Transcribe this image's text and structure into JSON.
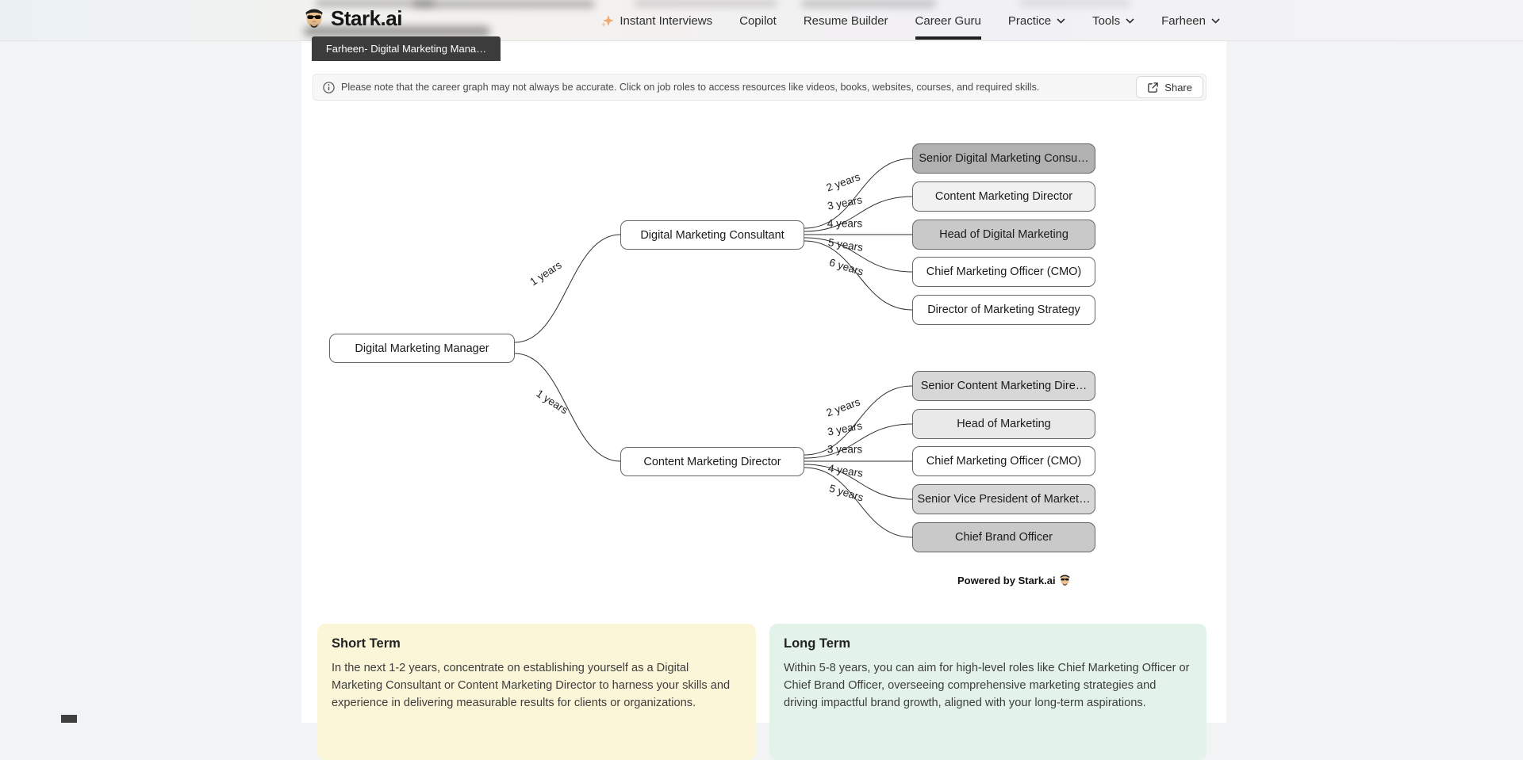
{
  "header": {
    "brand": "Stark.ai",
    "nav_items": [
      {
        "label": "Instant Interviews"
      },
      {
        "label": "Copilot"
      },
      {
        "label": "Resume Builder"
      },
      {
        "label": "Career Guru"
      },
      {
        "label": "Practice"
      },
      {
        "label": "Tools"
      },
      {
        "label": "Farheen"
      }
    ]
  },
  "tab": {
    "label": "Farheen- Digital Marketing Mana…"
  },
  "notice": {
    "text": "Please note that the career graph may not always be accurate. Click on job roles to access resources like videos, books, websites, courses, and required skills.",
    "share_label": "Share"
  },
  "graph": {
    "root": {
      "label": "Digital Marketing Manager",
      "fill": "#ffffff"
    },
    "branches": [
      {
        "label": "Digital Marketing Consultant",
        "fill": "#ffffff",
        "edge_from_root": "1 years",
        "children": [
          {
            "label": "Senior Digital Marketing Consu…",
            "edge": "2 years",
            "fill": "#b1b1b1"
          },
          {
            "label": "Content Marketing Director",
            "edge": "3 years",
            "fill": "#f1f1f1"
          },
          {
            "label": "Head of Digital Marketing",
            "edge": "4 years",
            "fill": "#c9c9c9"
          },
          {
            "label": "Chief Marketing Officer (CMO)",
            "edge": "5 years",
            "fill": "#ffffff"
          },
          {
            "label": "Director of Marketing Strategy",
            "edge": "6 years",
            "fill": "#ffffff"
          }
        ]
      },
      {
        "label": "Content Marketing Director",
        "fill": "#ffffff",
        "edge_from_root": "1 years",
        "children": [
          {
            "label": "Senior Content Marketing Dire…",
            "edge": "2 years",
            "fill": "#d7d7d7"
          },
          {
            "label": "Head of Marketing",
            "edge": "3 years",
            "fill": "#e9e9e9"
          },
          {
            "label": "Chief Marketing Officer (CMO)",
            "edge": "3 years",
            "fill": "#ffffff"
          },
          {
            "label": "Senior Vice President of Market…",
            "edge": "4 years",
            "fill": "#d7d7d7"
          },
          {
            "label": "Chief Brand Officer",
            "edge": "5 years",
            "fill": "#c9c9c9"
          }
        ]
      }
    ],
    "powered_by": "Powered by Stark.ai"
  },
  "cards": {
    "short_term": {
      "title": "Short Term",
      "body": "In the next 1-2 years, concentrate on establishing yourself as a Digital Marketing Consultant or Content Marketing Director to harness your skills and experience in delivering measurable results for clients or organizations.",
      "background": "#fcf6d9"
    },
    "long_term": {
      "title": "Long Term",
      "body": "Within 5-8 years, you can aim for high-level roles like Chief Marketing Officer or Chief Brand Officer, overseeing comprehensive marketing strategies and driving impactful brand growth, aligned with your long-term aspirations.",
      "background": "#e3f3e9"
    }
  },
  "colors": {
    "tab_bg": "#3c3c3c",
    "edge": "#2f2f2f",
    "sparkle": "#f2a96e"
  }
}
